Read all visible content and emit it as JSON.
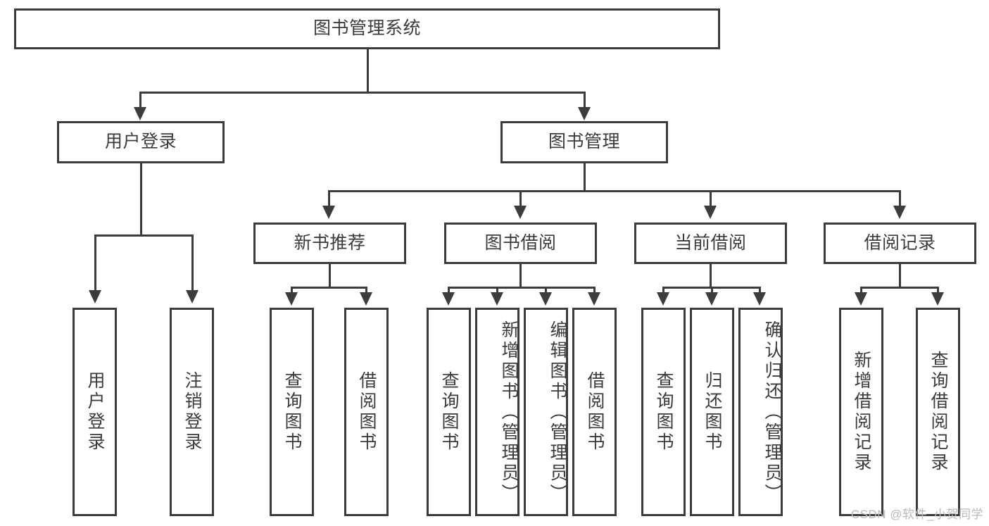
{
  "diagram": {
    "type": "tree-hierarchy",
    "title": "图书管理系统",
    "watermark": "CSDN @软件_小贺同学",
    "colors": {
      "stroke": "#3c3c3c",
      "text": "#3b3b3b",
      "background": "#ffffff",
      "watermark": "#b9b9b9"
    },
    "root": {
      "label": "图书管理系统"
    },
    "level2": [
      {
        "id": "user-login",
        "label": "用户登录"
      },
      {
        "id": "book-manage",
        "label": "图书管理"
      }
    ],
    "level3": [
      {
        "id": "new-book-recommend",
        "label": "新书推荐",
        "parent": "book-manage"
      },
      {
        "id": "book-borrow",
        "label": "图书借阅",
        "parent": "book-manage"
      },
      {
        "id": "current-borrow",
        "label": "当前借阅",
        "parent": "book-manage"
      },
      {
        "id": "borrow-record",
        "label": "借阅记录",
        "parent": "book-manage"
      }
    ],
    "leaves": {
      "user-login": [
        {
          "id": "leaf-user-login",
          "label": "用户登录"
        },
        {
          "id": "leaf-user-logout",
          "label": "注销登录"
        }
      ],
      "new-book-recommend": [
        {
          "id": "leaf-query-book-1",
          "label": "查询图书"
        },
        {
          "id": "leaf-borrow-book-1",
          "label": "借阅图书"
        }
      ],
      "book-borrow": [
        {
          "id": "leaf-query-book-2",
          "label": "查询图书"
        },
        {
          "id": "leaf-add-book",
          "label": "新增图书（管理员）"
        },
        {
          "id": "leaf-edit-book",
          "label": "编辑图书（管理员）"
        },
        {
          "id": "leaf-borrow-book-2",
          "label": "借阅图书"
        }
      ],
      "current-borrow": [
        {
          "id": "leaf-query-book-3",
          "label": "查询图书"
        },
        {
          "id": "leaf-return-book",
          "label": "归还图书"
        },
        {
          "id": "leaf-confirm-return",
          "label": "确认归还（管理员）"
        }
      ],
      "borrow-record": [
        {
          "id": "leaf-add-record",
          "label": "新增借阅记录"
        },
        {
          "id": "leaf-query-record",
          "label": "查询借阅记录"
        }
      ]
    }
  }
}
